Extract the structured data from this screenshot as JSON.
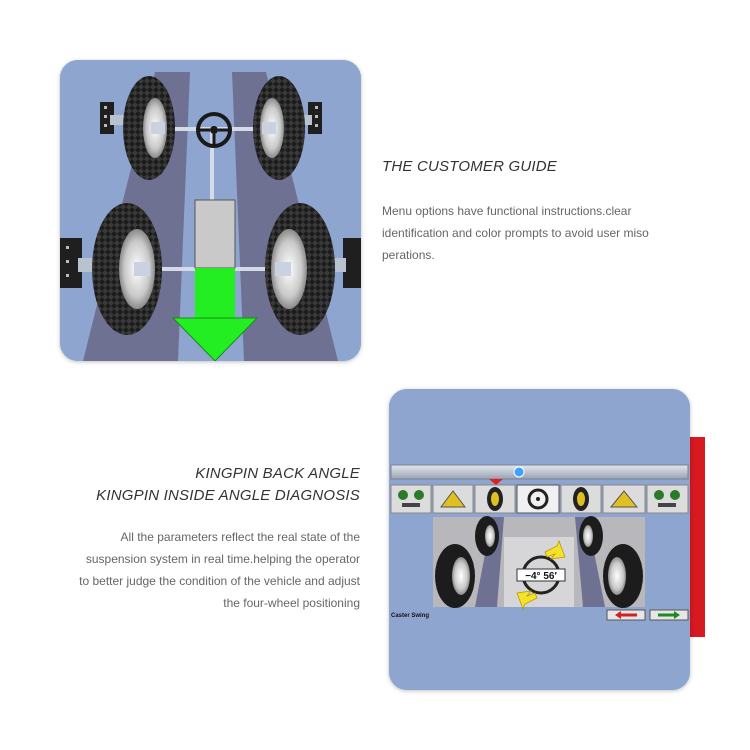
{
  "section_guide": {
    "title": "THE CUSTOMER GUIDE",
    "lines": [
      "Menu options have functional instructions.clear",
      "identification and color prompts to avoid user miso",
      "perations."
    ]
  },
  "section_kingpin": {
    "title_line1": "KINGPIN BACK ANGLE",
    "title_line2": "KINGPIN INSIDE ANGLE DIAGNOSIS",
    "lines": [
      "All the parameters reflect the real state of the",
      "suspension system in real time.helping the operator",
      "to better judge the condition of the vehicle and adjust",
      "the four-wheel positioning"
    ]
  },
  "screen": {
    "wheel_readout": "−4° 56′",
    "caster_label": "Caster Swing",
    "back_button_icon": "arrow-left-icon",
    "next_button_icon": "arrow-right-icon"
  },
  "colors": {
    "panel_bg": "#8ea5d0",
    "guide_arrow": "#22ee22",
    "accent_red": "#d71920",
    "arrow_yellow": "#f5e12a"
  }
}
